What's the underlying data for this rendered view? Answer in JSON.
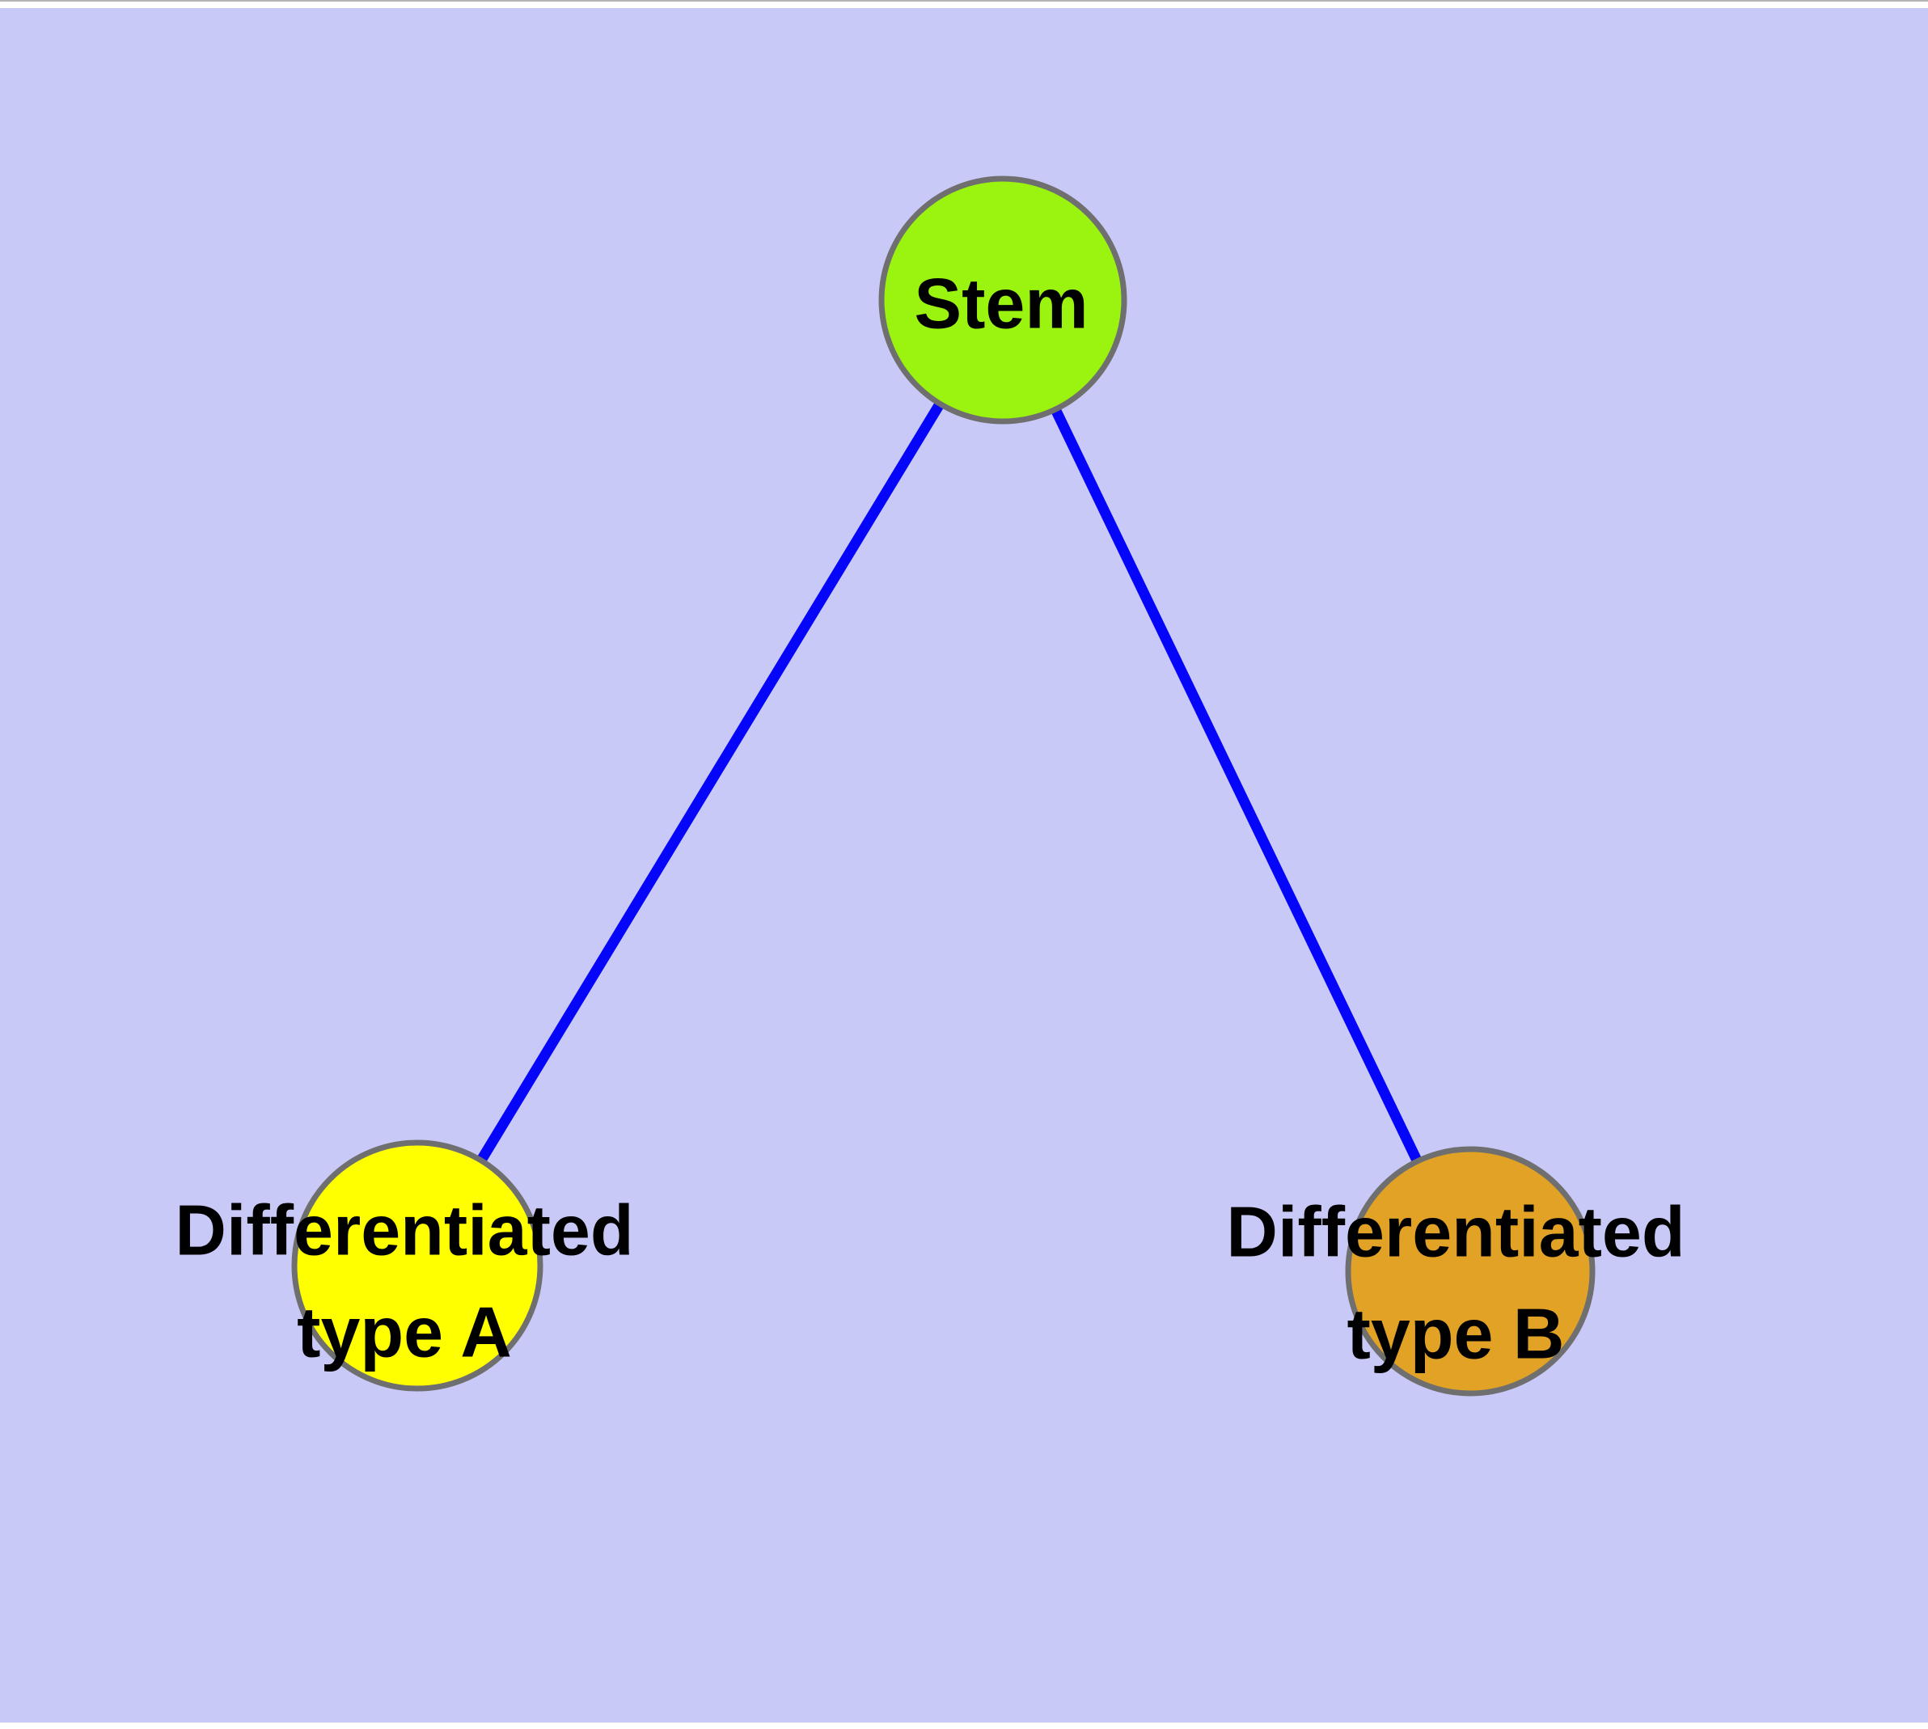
{
  "diagram": {
    "type": "graph",
    "background_color": "#C9C9F7",
    "edge_color": "#0505FA",
    "node_border_color": "#6F6F6F",
    "label_color": "#000000",
    "nodes": [
      {
        "id": "stem",
        "label": "Stem",
        "fill": "#9AF410"
      },
      {
        "id": "differentiated-type-a",
        "label": "Differentiated type A",
        "label_lines": [
          "Differentiated",
          "type A"
        ],
        "fill": "#FFFF00"
      },
      {
        "id": "differentiated-type-b",
        "label": "Differentiated type B",
        "label_lines": [
          "Differentiated",
          "type B"
        ],
        "fill": "#E2A226"
      }
    ],
    "edges": [
      {
        "from": "Stem",
        "to": "Differentiated type A"
      },
      {
        "from": "Stem",
        "to": "Differentiated type B"
      }
    ]
  }
}
